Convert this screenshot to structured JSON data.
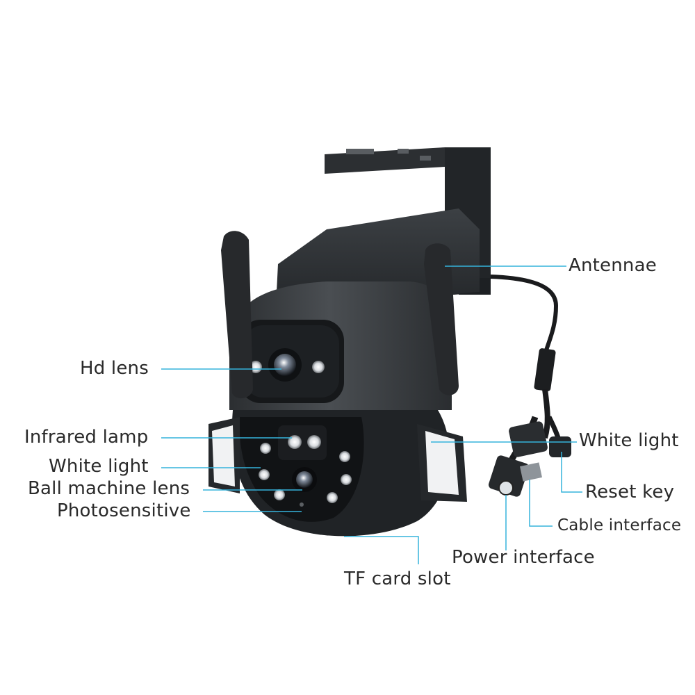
{
  "colors": {
    "leader_line": "#35b3dc",
    "label_text": "#2a2a2a",
    "body_dark": "#1f2225",
    "body_mid": "#3a3e42",
    "body_light": "#55595d",
    "lens_glow": "#e9f4ff"
  },
  "labels": {
    "antennae": "Antennae",
    "hd_lens": "Hd lens",
    "infrared_lamp": "Infrared lamp",
    "white_light_left": "White light",
    "ball_machine_lens": "Ball machine lens",
    "photosensitive": "Photosensitive",
    "white_light_right": "White light",
    "reset_key": "Reset key",
    "cable_interface": "Cable interface",
    "power_interface": "Power interface",
    "tf_card_slot": "TF card slot"
  }
}
